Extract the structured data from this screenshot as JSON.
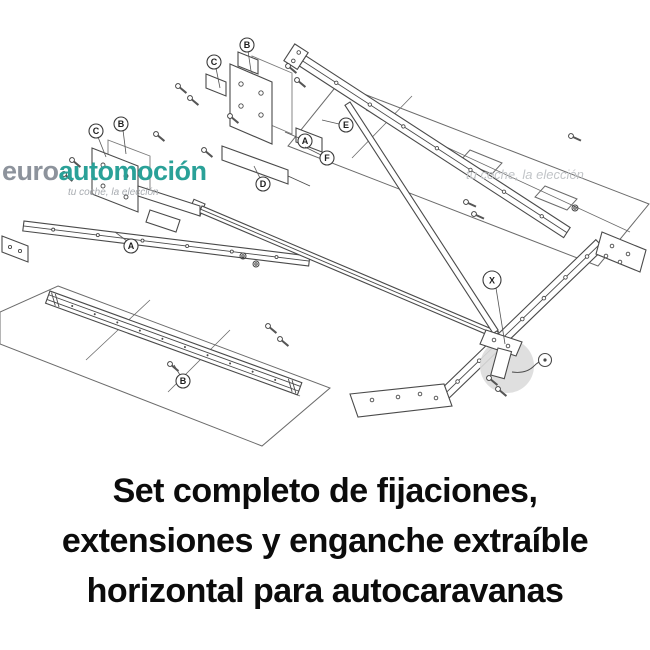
{
  "page": {
    "background": "#ffffff"
  },
  "watermark": {
    "brand_prefix": "euro",
    "brand_suffix": "automoción",
    "tagline": "tu coche, la elección",
    "prefix_color": "#8d939c",
    "suffix_color": "#2aa198",
    "tagline_color": "#b8bcc0"
  },
  "caption": {
    "color": "#0c0c0c",
    "lines": [
      "Set completo de fijaciones,",
      "extensiones y enganche extraíble",
      "horizontal para autocaravanas"
    ]
  },
  "diagram": {
    "alt": "Exploded technical drawing of chassis extensions, fixing brackets, bolts and a horizontal detachable towball hitch for motorhomes",
    "line_color": "#4a4a4a",
    "highlight_fill": "#dcdcdc",
    "callouts": [
      {
        "label": "C"
      },
      {
        "label": "B"
      },
      {
        "label": "A"
      },
      {
        "label": "C"
      },
      {
        "label": "B"
      },
      {
        "label": "D"
      },
      {
        "label": "A"
      },
      {
        "label": "F"
      },
      {
        "label": "E"
      },
      {
        "label": "B"
      },
      {
        "label": "X"
      }
    ]
  }
}
